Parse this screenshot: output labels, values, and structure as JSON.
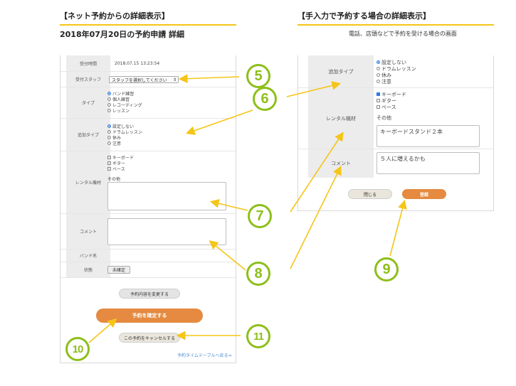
{
  "left_header": {
    "title": "【ネット予約からの詳細表示】",
    "subtitle": "2018年07月20日の予約申請 詳細"
  },
  "right_header": {
    "title": "【手入力で予約する場合の詳細表示】",
    "subtitle": "電話、店頭などで予約を受ける場合の画面"
  },
  "left_form": {
    "received_time_label": "受付時間",
    "received_time_value": "2018.07.15 13:23:54",
    "staff_label": "受付スタッフ",
    "staff_select": "スタッフを選択してください",
    "type_label": "タイプ",
    "type_options": [
      {
        "label": "バンド練習",
        "checked": true
      },
      {
        "label": "個人練習",
        "checked": false
      },
      {
        "label": "レコーディング",
        "checked": false
      },
      {
        "label": "レッスン",
        "checked": false
      }
    ],
    "addtype_label": "追加タイプ",
    "addtype_options": [
      {
        "label": "設定しない",
        "checked": true
      },
      {
        "label": "ドラムレッスン",
        "checked": false
      },
      {
        "label": "休み",
        "checked": false
      },
      {
        "label": "注意",
        "checked": false
      }
    ],
    "rental_label": "レンタル機材",
    "rental_options": [
      {
        "label": "キーボード",
        "checked": false
      },
      {
        "label": "ギター",
        "checked": false
      },
      {
        "label": "ベース",
        "checked": false
      }
    ],
    "other_label": "その他",
    "comment_label": "コメント",
    "band_label": "バンド名",
    "status_label": "状態",
    "status_value": "未確定",
    "change_button": "予約内容を変更する",
    "confirm_button": "予約を確定する",
    "cancel_button": "この予約をキャンセルする",
    "back_link": "予約タイムテーブルへ戻る⇒"
  },
  "right_form": {
    "addtype_label": "追加タイプ",
    "addtype_options": [
      {
        "label": "設定しない",
        "checked": true
      },
      {
        "label": "ドラムレッスン",
        "checked": false
      },
      {
        "label": "休み",
        "checked": false
      },
      {
        "label": "注意",
        "checked": false
      }
    ],
    "rental_label": "レンタル機材",
    "rental_options": [
      {
        "label": "キーボード",
        "checked": true
      },
      {
        "label": "ギター",
        "checked": false
      },
      {
        "label": "ベース",
        "checked": false
      }
    ],
    "other_label": "その他",
    "other_value": "キーボードスタンド２本",
    "comment_label": "コメント",
    "comment_value": "５人に増えるかも",
    "close_button": "閉じる",
    "register_button": "登録"
  },
  "badges": {
    "b5": "5",
    "b6": "6",
    "b7": "7",
    "b8": "8",
    "b9": "9",
    "b10": "10",
    "b11": "11"
  },
  "colors": {
    "accent_yellow": "#f5c518",
    "badge_green": "#8dbf1a",
    "button_orange": "#e58a40",
    "check_blue": "#2d7de0"
  }
}
